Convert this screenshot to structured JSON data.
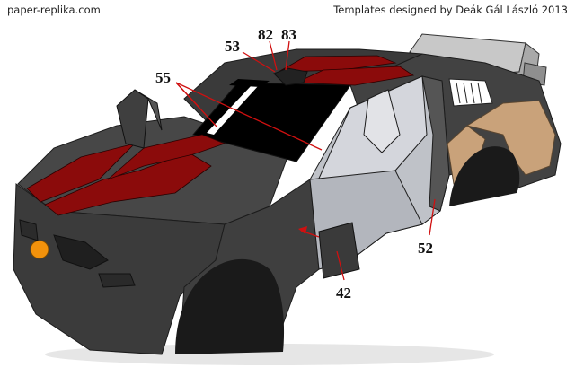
{
  "header": {
    "site": "paper-replika.com",
    "credit": "Templates designed by Deák Gál László 2013"
  },
  "callouts": {
    "c53": "53",
    "c82": "82",
    "c83": "83",
    "c55": "55",
    "c52": "52",
    "c42": "42"
  },
  "colors": {
    "body_dark": "#3d3d3d",
    "stripe_red": "#8b0b0b",
    "interior_grey": "#c9cbd1",
    "tan_panel": "#c9a27a",
    "leader_red": "#d01010"
  }
}
